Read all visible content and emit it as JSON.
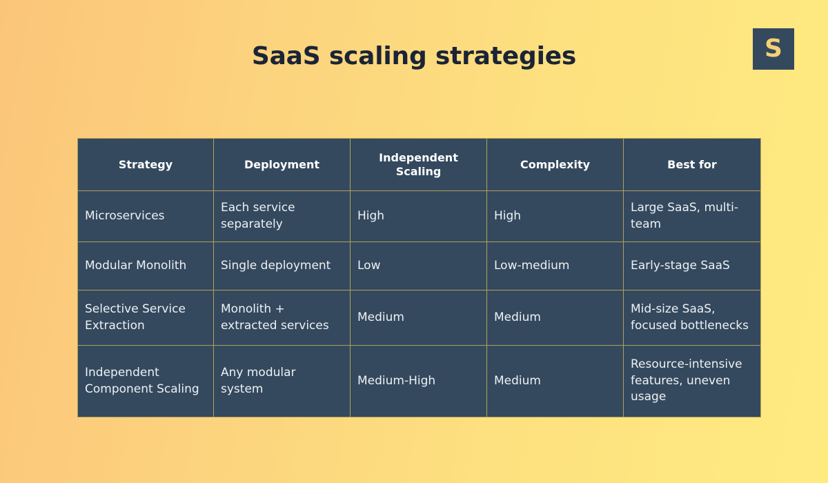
{
  "slide": {
    "title": "SaaS scaling strategies",
    "logo": {
      "letter": "S",
      "badge_color": "#34495e",
      "letter_color": "#f5d074"
    },
    "theme": {
      "background_left": "#fbc579",
      "background_right": "#feeb80",
      "cell_fill": "#34495e",
      "grid_line": "#b0a25a",
      "header_text": "#ffffff",
      "body_text": "#eef1f4",
      "title_text": "#1b2436"
    }
  },
  "table": {
    "headers": [
      "Strategy",
      "Deployment",
      "Independent Scaling",
      "Complexity",
      "Best for"
    ],
    "rows": [
      {
        "strategy": "Microservices",
        "deployment": "Each service separately",
        "independent_scaling": "High",
        "complexity": "High",
        "best_for": "Large SaaS, multi-team"
      },
      {
        "strategy": "Modular Monolith",
        "deployment": "Single deployment",
        "independent_scaling": "Low",
        "complexity": "Low-medium",
        "best_for": "Early-stage SaaS"
      },
      {
        "strategy": "Selective Service Extraction",
        "deployment": "Monolith + extracted services",
        "independent_scaling": "Medium",
        "complexity": "Medium",
        "best_for": "Mid-size SaaS, focused bottlenecks"
      },
      {
        "strategy": "Independent Component Scaling",
        "deployment": "Any modular system",
        "independent_scaling": "Medium-High",
        "complexity": "Medium",
        "best_for": "Resource-intensive features, uneven usage"
      }
    ]
  }
}
